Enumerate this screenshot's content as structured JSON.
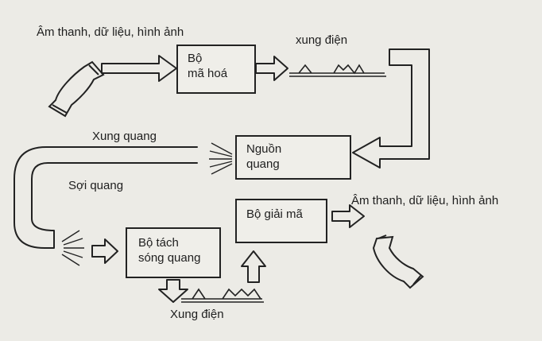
{
  "labels": {
    "input_media": "Âm thanh, dữ liệu, hình ảnh",
    "electric_pulses_top": "xung điện",
    "light_pulses": "Xung quang",
    "optical_fiber": "Sợi quang",
    "output_media": "Âm thanh, dữ liệu, hình ảnh",
    "electric_pulses_bottom": "Xung điện"
  },
  "boxes": {
    "encoder": {
      "line1": "Bộ",
      "line2": "mã hoá"
    },
    "light_source": {
      "line1": "Nguồn",
      "line2": "quang"
    },
    "photodetector": {
      "line1": "Bộ tách",
      "line2": "sóng quang"
    },
    "decoder": {
      "line1": "Bộ giải mã"
    }
  },
  "icons": [
    "telephone-handset-icon",
    "light-rays-icon",
    "pulse-waveform-icon"
  ],
  "colors": {
    "background": "#ecebe6",
    "ink": "#222222"
  }
}
